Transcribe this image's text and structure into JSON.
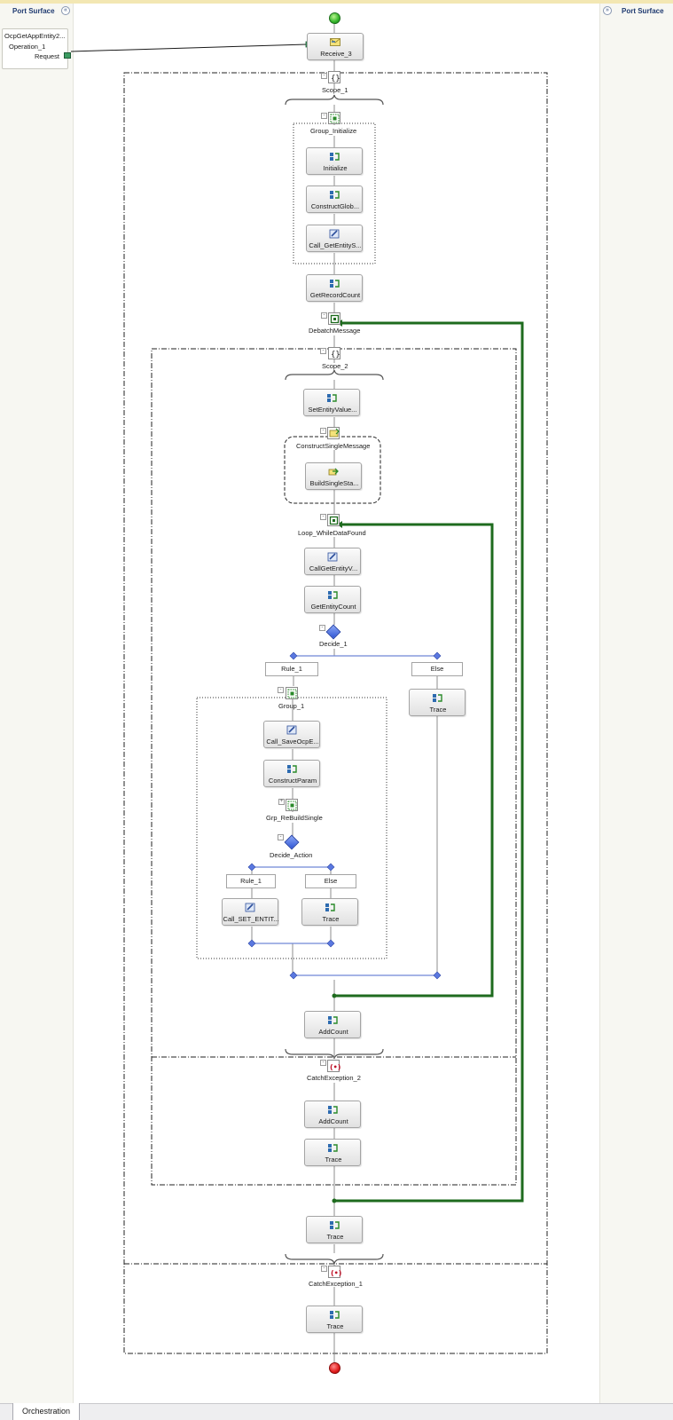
{
  "port_surface": {
    "left_title": "Port Surface",
    "right_title": "Port Surface",
    "port": {
      "name": "OcpGetAppEntity2...",
      "operation": "Operation_1",
      "message": "Request"
    }
  },
  "shapes": {
    "receive": "Receive_3",
    "initialize": "Initialize",
    "construct_glob": "ConstructGlob...",
    "call_get_entity_s": "Call_GetEntityS...",
    "get_record_count": "GetRecordCount",
    "set_entity_value": "SetEntityValue...",
    "build_single_sta": "BuildSingleSta...",
    "call_get_entity_v": "CallGetEntityV...",
    "get_entity_count": "GetEntityCount",
    "trace_else_decide1": "Trace",
    "call_save_ocp": "Call_SaveOcpE...",
    "construct_param": "ConstructParam",
    "call_set_entit": "Call_SET_ENTIT...",
    "trace_else_action": "Trace",
    "add_count": "AddCount",
    "add_count_catch2": "AddCount",
    "trace_catch2": "Trace",
    "trace_after_loop": "Trace",
    "trace_catch1": "Trace"
  },
  "captions": {
    "scope_1": "Scope_1",
    "group_initialize": "Group_Initialize",
    "debatch_message": "DebatchMessage",
    "scope_2": "Scope_2",
    "construct_single_message": "ConstructSingleMessage",
    "loop_while_data_found": "Loop_WhileDataFound",
    "decide_1": "Decide_1",
    "group_1": "Group_1",
    "grp_rebuild_single": "Grp_ReBuildSingle",
    "decide_action": "Decide_Action",
    "catch_exception_2": "CatchException_2",
    "catch_exception_1": "CatchException_1"
  },
  "branches": {
    "decide1_rule": "Rule_1",
    "decide1_else": "Else",
    "action_rule": "Rule_1",
    "action_else": "Else"
  },
  "tabs": {
    "active": "Orchestration"
  },
  "colors": {
    "loop_line": "#1e6b1e",
    "decide_line": "#6f86d8",
    "connector": "#8c8c8c",
    "scope_border": "#222222"
  }
}
